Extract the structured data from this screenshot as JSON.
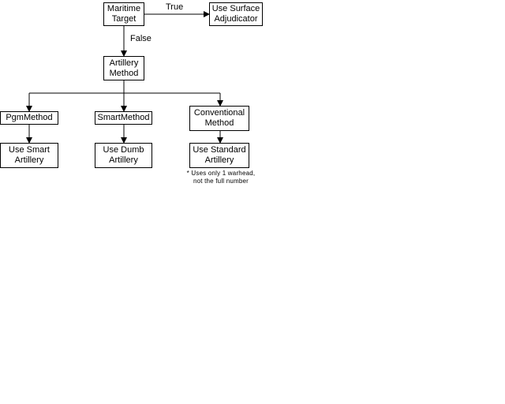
{
  "nodes": {
    "maritime_target": "Maritime\nTarget",
    "use_surface_adjudicator": "Use Surface\nAdjudicator",
    "artillery_method": "Artillery\nMethod",
    "pgm_method": "PgmMethod",
    "smart_method": "SmartMethod",
    "conventional_method": "Conventional\nMethod",
    "use_smart_artillery": "Use Smart\nArtillery",
    "use_dumb_artillery": "Use Dumb\nArtillery",
    "use_standard_artillery": "Use Standard\nArtillery"
  },
  "edges": {
    "true_label": "True",
    "false_label": "False"
  },
  "footnote": "* Uses only 1 warhead,\nnot the full number"
}
